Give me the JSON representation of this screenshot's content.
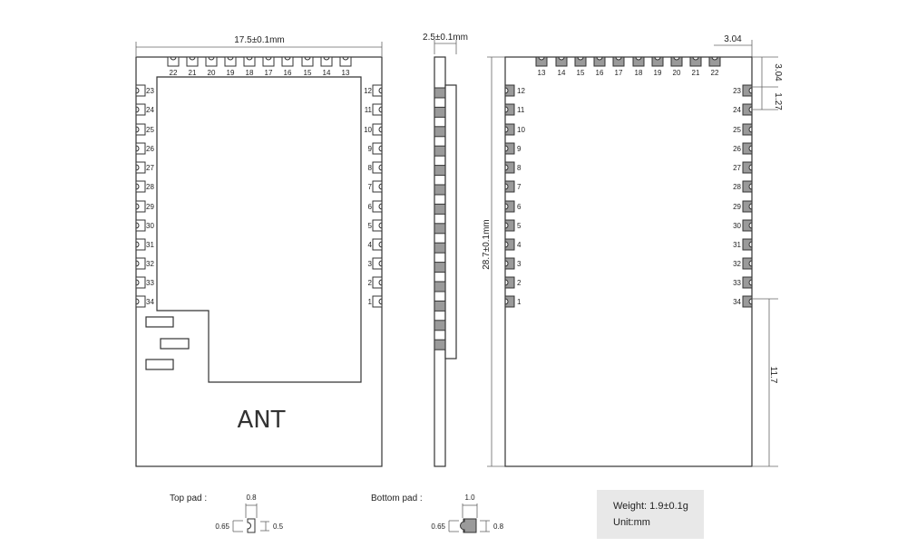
{
  "dimensions": {
    "width": "17.5±0.1mm",
    "height": "28.7±0.1mm",
    "thickness": "2.5±0.1mm",
    "pad_offset_x": "3.04",
    "pad_offset_y": "3.04",
    "pitch": "1.27",
    "ant_clearance": "11.7"
  },
  "top_view": {
    "top_pins": [
      "22",
      "21",
      "20",
      "19",
      "18",
      "17",
      "16",
      "15",
      "14",
      "13"
    ],
    "left_pins": [
      "23",
      "24",
      "25",
      "26",
      "27",
      "28",
      "29",
      "30",
      "31",
      "32",
      "33",
      "34"
    ],
    "right_pins": [
      "12",
      "11",
      "10",
      "9",
      "8",
      "7",
      "6",
      "5",
      "4",
      "3",
      "2",
      "1"
    ],
    "antenna_label": "ANT"
  },
  "bottom_view": {
    "top_pins": [
      "13",
      "14",
      "15",
      "16",
      "17",
      "18",
      "19",
      "20",
      "21",
      "22"
    ],
    "left_pins": [
      "12",
      "11",
      "10",
      "9",
      "8",
      "7",
      "6",
      "5",
      "4",
      "3",
      "2",
      "1"
    ],
    "right_pins": [
      "23",
      "24",
      "25",
      "26",
      "27",
      "28",
      "29",
      "30",
      "31",
      "32",
      "33",
      "34"
    ]
  },
  "top_pad": {
    "label": "Top pad :",
    "width": "0.8",
    "gap": "0.65",
    "height": "0.5"
  },
  "bottom_pad": {
    "label": "Bottom pad :",
    "width": "1.0",
    "gap": "0.65",
    "height": "0.8"
  },
  "info": {
    "weight": "Weight: 1.9±0.1g",
    "unit": "Unit:mm"
  }
}
